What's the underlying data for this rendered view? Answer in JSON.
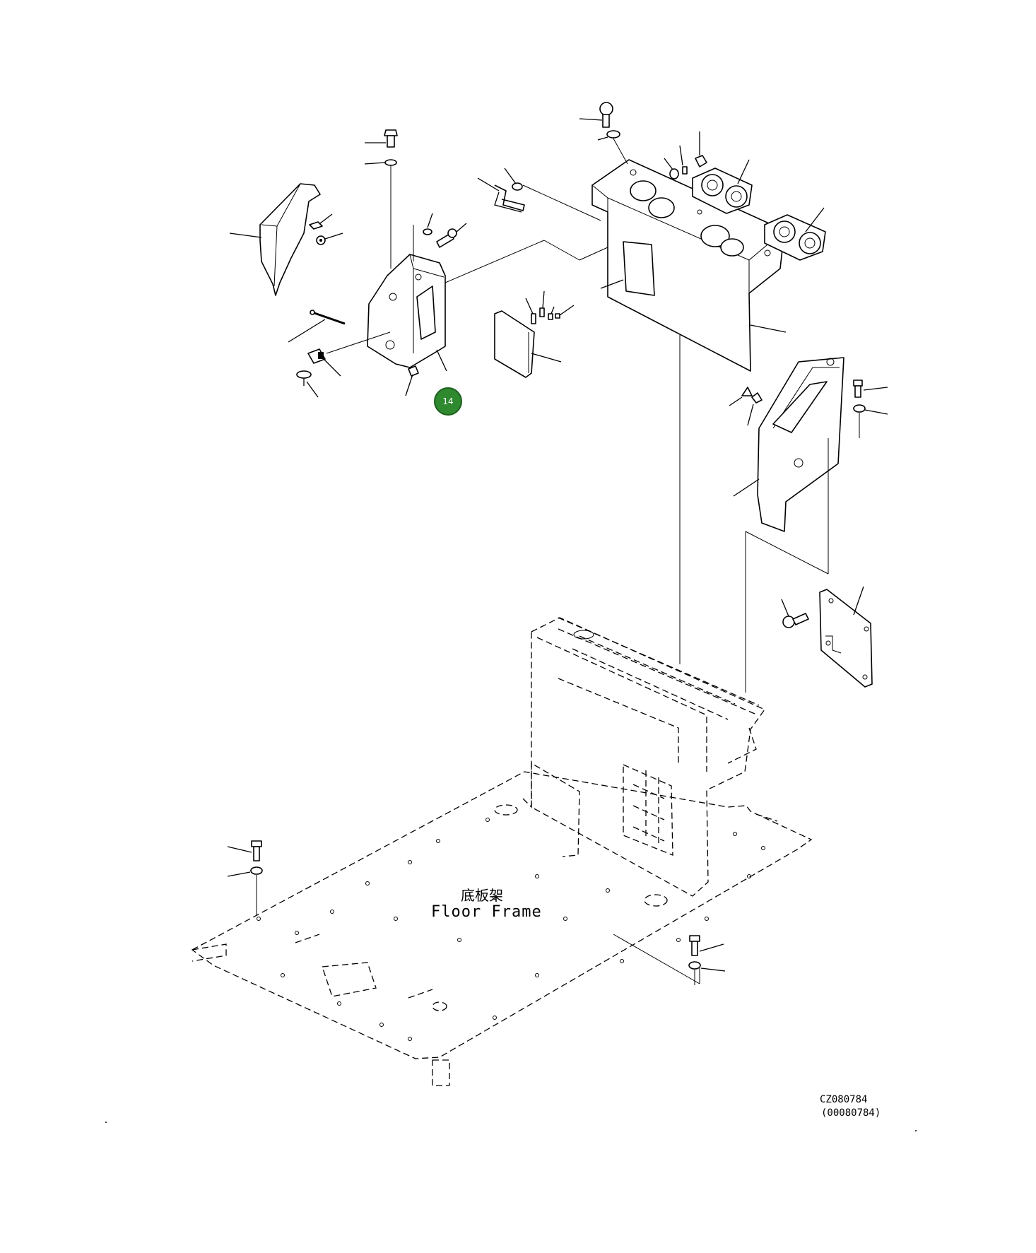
{
  "floor_frame": {
    "label_cn": "底板架",
    "label_en": "Floor Frame"
  },
  "callout": {
    "number": "14",
    "color": "#2f8a2f"
  },
  "drawing_code": {
    "primary": "CZ080784",
    "secondary": "(00080784)"
  }
}
